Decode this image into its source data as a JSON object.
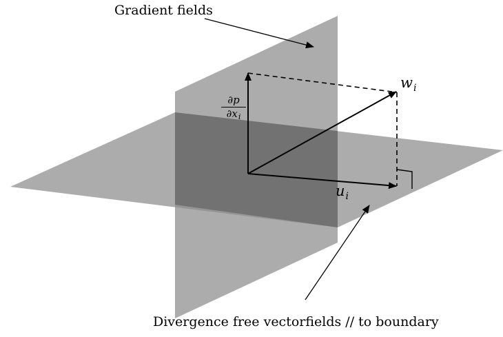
{
  "labels": {
    "gradient_fields": "Gradient fields",
    "divergence_free": "Divergence free vectorfields // to boundary",
    "w_var": "w",
    "w_sub": "i",
    "u_var": "u",
    "u_sub": "i",
    "dp_num": "∂p",
    "dp_den_var": "∂x",
    "dp_den_sub": "i"
  },
  "colors": {
    "plane_fill": "#8c8c8c",
    "overlap_fill": "#555555",
    "line": "#000000",
    "background": "#ffffff"
  }
}
